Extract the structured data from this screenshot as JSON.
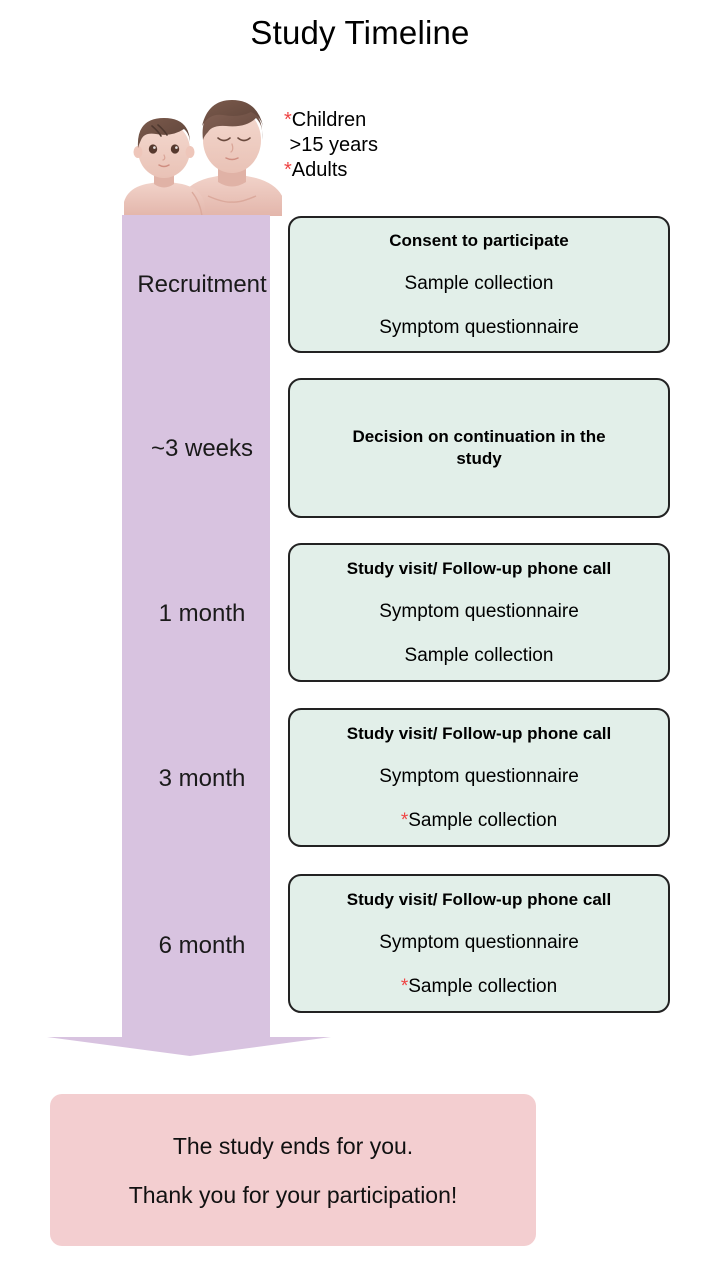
{
  "title": "Study Timeline",
  "colors": {
    "timeline_bar": "#d8c3e0",
    "event_box_fill": "#e2efe9",
    "event_box_border": "#222222",
    "closing_box_fill": "#f3ced0",
    "asterisk_red": "#ef4444",
    "page_background": "#ffffff"
  },
  "eligibility": {
    "line1_marker": "*",
    "line1_text": "Children",
    "line2_text": " >15 years",
    "line3_marker": "*",
    "line3_text": "Adults"
  },
  "illustration": {
    "name": "child-and-adult-illustration",
    "description": "Illustration of a child and an adult"
  },
  "timeline": {
    "stages": [
      {
        "label": "Recruitment",
        "box": {
          "title": "Consent to participate",
          "lines": [
            {
              "marker": "",
              "text": "Sample collection"
            },
            {
              "marker": "",
              "text": "Symptom questionnaire"
            }
          ]
        }
      },
      {
        "label": "~3 weeks",
        "box": {
          "title": "Decision on continuation in the study",
          "lines": []
        }
      },
      {
        "label": "1 month",
        "box": {
          "title": "Study visit/ Follow-up phone call",
          "lines": [
            {
              "marker": "",
              "text": "Symptom questionnaire"
            },
            {
              "marker": "",
              "text": "Sample collection"
            }
          ]
        }
      },
      {
        "label": "3 month",
        "box": {
          "title": "Study visit/ Follow-up phone call",
          "lines": [
            {
              "marker": "",
              "text": "Symptom questionnaire"
            },
            {
              "marker": "*",
              "text": "Sample collection"
            }
          ]
        }
      },
      {
        "label": "6 month",
        "box": {
          "title": "Study visit/ Follow-up phone call",
          "lines": [
            {
              "marker": "",
              "text": "Symptom questionnaire"
            },
            {
              "marker": "*",
              "text": "Sample collection"
            }
          ]
        }
      }
    ]
  },
  "closing": {
    "line1": "The study ends for you.",
    "line2": "Thank you for your participation!"
  }
}
